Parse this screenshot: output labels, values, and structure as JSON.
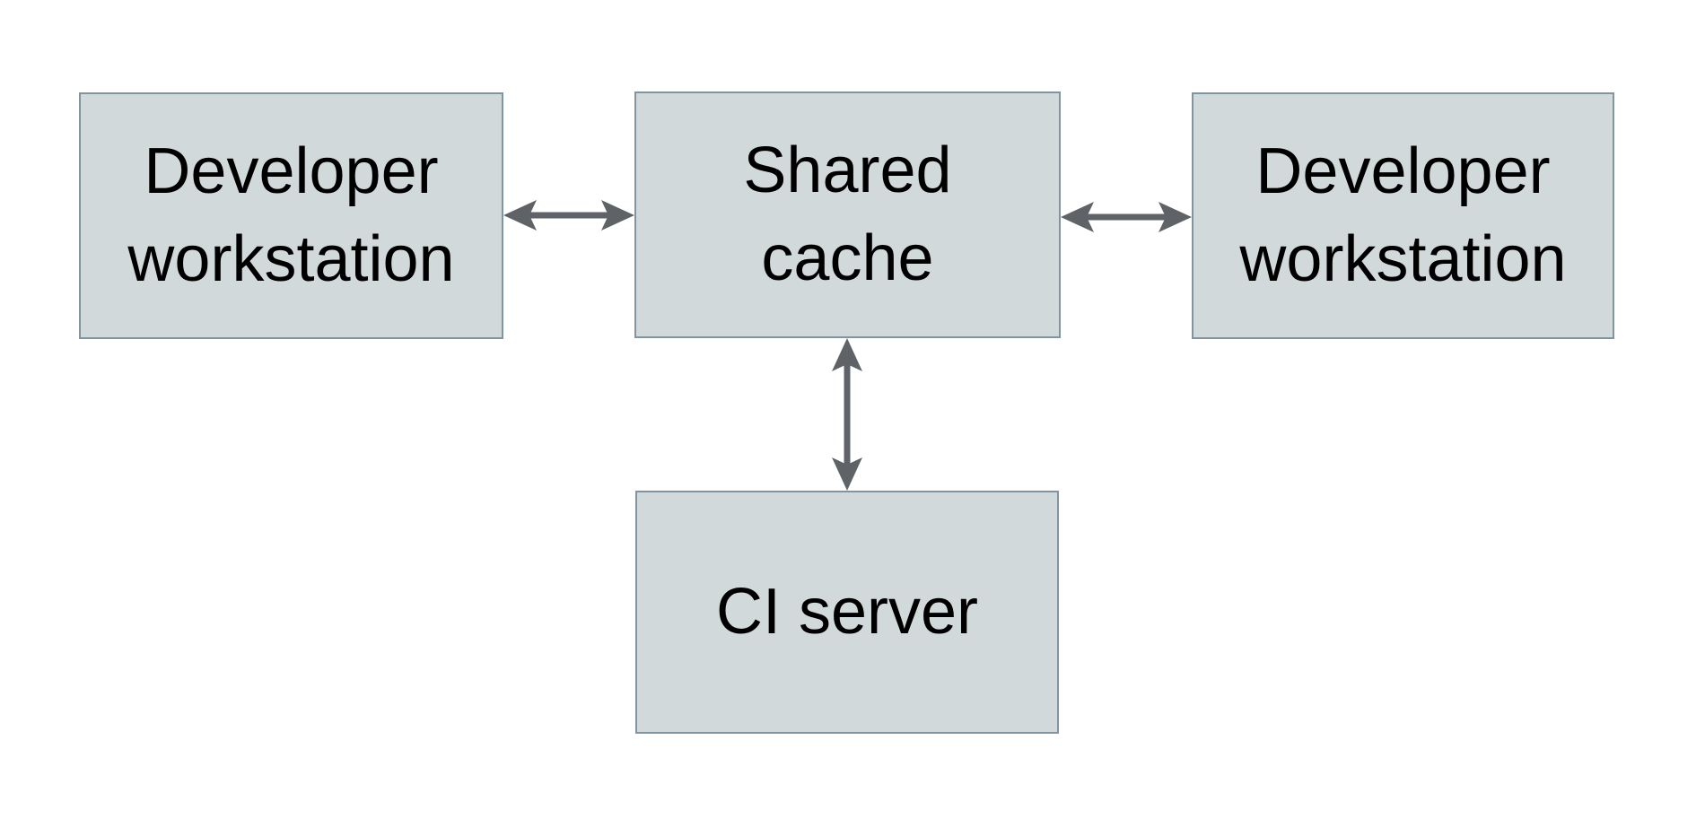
{
  "diagram": {
    "background_color": "#ffffff",
    "node_fill_color": "#d2d9da",
    "node_border_color": "#80959f",
    "arrow_color": "#5f6368",
    "text_color": "#000000",
    "nodes": [
      {
        "id": "developer-workstation-left",
        "label": "Developer\nworkstation"
      },
      {
        "id": "shared-cache",
        "label": "Shared\ncache"
      },
      {
        "id": "developer-workstation-right",
        "label": "Developer\nworkstation"
      },
      {
        "id": "ci-server",
        "label": "CI server"
      }
    ],
    "edges": [
      {
        "from": "developer-workstation-left",
        "to": "shared-cache",
        "direction": "bidirectional",
        "orientation": "horizontal"
      },
      {
        "from": "shared-cache",
        "to": "developer-workstation-right",
        "direction": "bidirectional",
        "orientation": "horizontal"
      },
      {
        "from": "shared-cache",
        "to": "ci-server",
        "direction": "bidirectional",
        "orientation": "vertical"
      }
    ]
  }
}
